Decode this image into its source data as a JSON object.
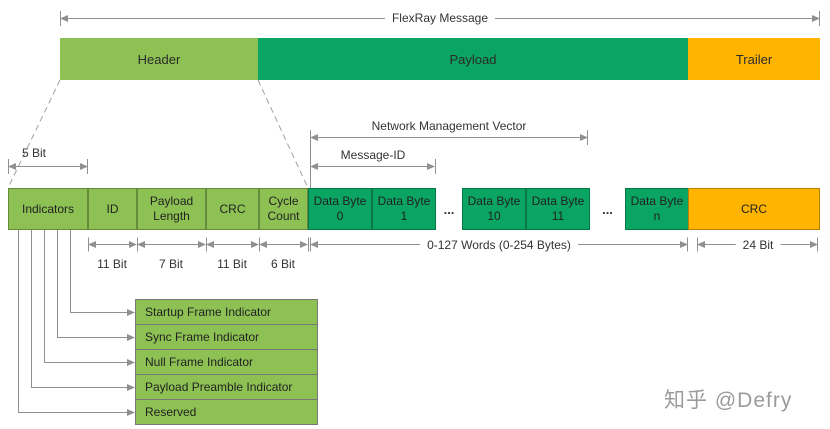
{
  "colors": {
    "light_green": "#8dc153",
    "dark_green": "#0aa562",
    "orange": "#ffb400",
    "line_gray": "#909090",
    "watermark_gray": "#9b9b9b"
  },
  "top_bar": {
    "segments": [
      {
        "label": "Header"
      },
      {
        "label": "Payload"
      },
      {
        "label": "Trailer"
      }
    ]
  },
  "dimensions": {
    "flexray_message": "FlexRay Message",
    "network_management_vector": "Network Management Vector",
    "message_id": "Message-ID",
    "indicators_width": "5 Bit",
    "id_width": "11 Bit",
    "payload_length_width": "7 Bit",
    "crc_width": "11 Bit",
    "cycle_count_width": "6 Bit",
    "payload_width": "0-127 Words (0-254 Bytes)",
    "trailer_crc_width": "24 Bit"
  },
  "detail_row": {
    "cells": [
      {
        "label": "Indicators"
      },
      {
        "label": "ID"
      },
      {
        "label": "Payload Length"
      },
      {
        "label": "CRC"
      },
      {
        "label": "Cycle Count"
      },
      {
        "label": "Data Byte 0"
      },
      {
        "label": "Data Byte 1"
      },
      {
        "label": "Data Byte 10"
      },
      {
        "label": "Data Byte 11"
      },
      {
        "label": "Data Byte n"
      },
      {
        "label": "CRC"
      }
    ],
    "ellipsis": "..."
  },
  "indicator_legend": {
    "items": [
      {
        "label": "Startup Frame Indicator"
      },
      {
        "label": "Sync Frame Indicator"
      },
      {
        "label": "Null Frame Indicator"
      },
      {
        "label": "Payload Preamble Indicator"
      },
      {
        "label": "Reserved"
      }
    ]
  },
  "watermark": "知乎 @Defry"
}
